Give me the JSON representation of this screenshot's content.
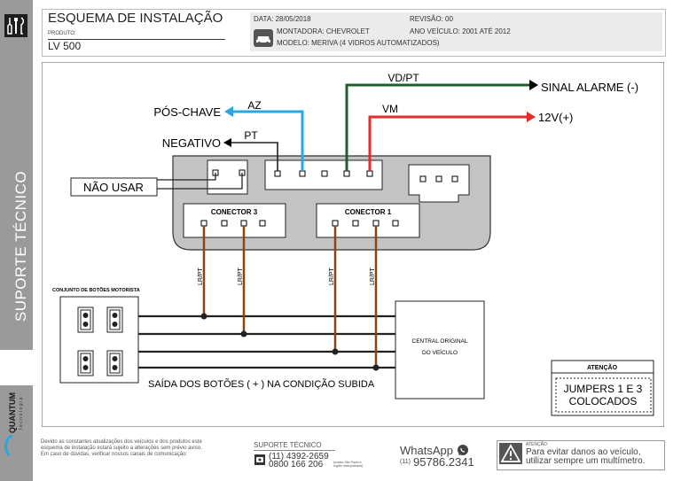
{
  "sidebar": {
    "section_title": "SUPORTE TÉCNICO",
    "brand_name": "QUANTUM",
    "brand_tagline": "tecnologia",
    "logo_icon": "tools-logo-icon"
  },
  "header": {
    "title": "ESQUEMA DE INSTALAÇÃO",
    "product_label": "PRODUTO:",
    "product_value": "LV 500",
    "date": "DATA: 28/05/2018",
    "revision": "REVISÃO: 00",
    "manufacturer": "MONTADORA: CHEVROLET",
    "vehicle_year": "ANO VEÍCULO: 2001 ATÉ 2012",
    "model": "MODELO: MERIVA (4 VIDROS AUTOMATIZADOS)",
    "car_icon": "car-icon"
  },
  "diagram": {
    "wires_top": {
      "vdpt_label": "VD/PT",
      "vm_label": "VM",
      "az_label": "AZ",
      "pt_label": "PT",
      "sinal_alarme": "SINAL ALARME (-)",
      "plus12v": "12V(+)",
      "pos_chave": "PÓS-CHAVE",
      "negativo": "NEGATIVO"
    },
    "nao_usar": "NÃO USAR",
    "connector3": "CONECTOR 3",
    "connector1": "CONECTOR 1",
    "lrpt_label": "LR/PT",
    "buttons_title": "CONJUNTO DE BOTÕES MOTORISTA",
    "central_line1": "CENTRAL ORIGINAL",
    "central_line2": "DO VEÍCULO",
    "saida": "SAÍDA DOS BOTÕES ( + ) NA CONDIÇÃO SUBIDA",
    "atencao_title": "ATENÇÃO",
    "jumpers_line1": "JUMPERS 1 E 3",
    "jumpers_line2": "COLOCADOS",
    "colors": {
      "blue": "#2aa7e0",
      "green": "#1f5e2c",
      "red": "#e52c2c",
      "brown": "#8b4513",
      "connector_body": "#c4c4c4"
    }
  },
  "footer": {
    "disclaimer_line1": "Devido as constantes atualizações dos veículos e dos produtos este",
    "disclaimer_line2": "esquema de instalação estará sujeito a alterações sem prévio aviso.",
    "disclaimer_line3": "Em caso de dúvidas, verificar nossos canais de comunicação:",
    "support_title": "SUPORTE TÉCNICO",
    "phone1": "(11) 4392-2659",
    "phone2": "0800 166 206",
    "phone2_note1": "(exceto São Paulo e",
    "phone2_note2": "região metropolitana)",
    "whatsapp_label": "WhatsApp",
    "whatsapp_prefix": "(11)",
    "whatsapp_number": "95786.2341",
    "warning_label": "ATENÇÃO:",
    "warning_line1": "Para evitar danos ao veículo,",
    "warning_line2": "utilizar sempre um multímetro.",
    "icons": {
      "phone": "phone-icon",
      "whatsapp": "whatsapp-icon",
      "warning": "warning-triangle-icon"
    }
  }
}
